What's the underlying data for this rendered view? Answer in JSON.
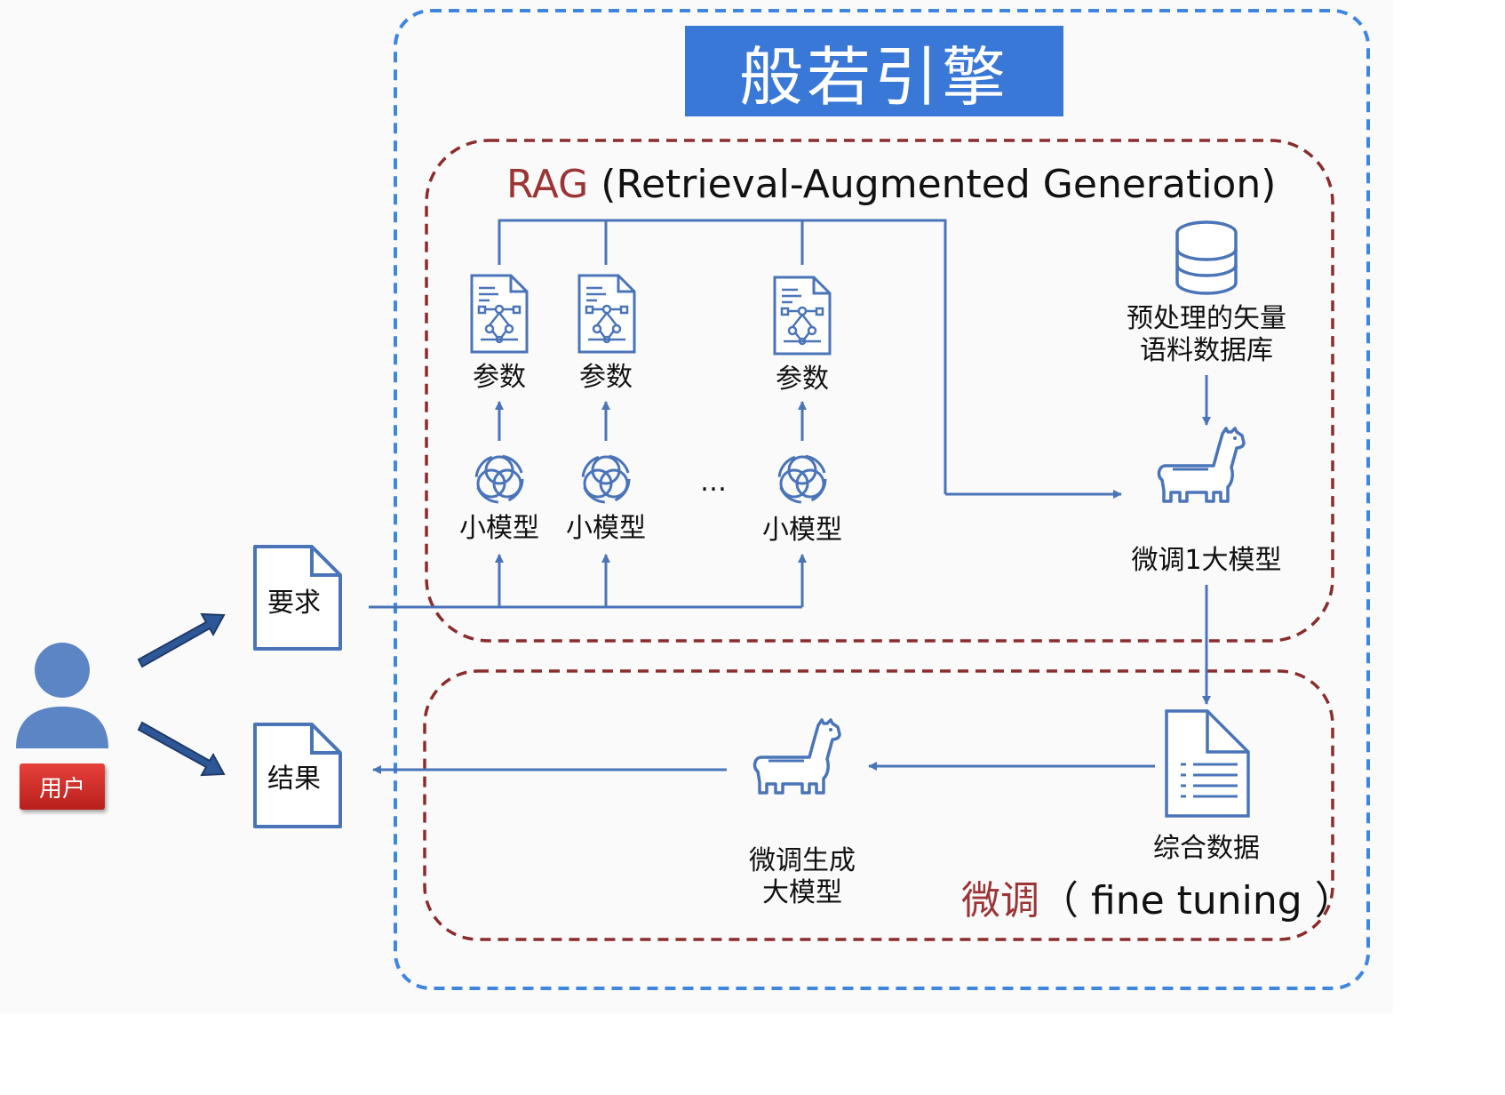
{
  "title": "般若引擎",
  "rag": {
    "prefix": "RAG",
    "rest": " (Retrieval-Augmented Generation)"
  },
  "finetune": {
    "prefix": "微调",
    "rest": "（ fine tuning ）"
  },
  "param_label": "参数",
  "small_model_label": "小模型",
  "ellipsis": "…",
  "vector_db": {
    "line1": "预处理的矢量",
    "line2": "语料数据库"
  },
  "finetuned_1": "微调1大模型",
  "synthetic_data": "综合数据",
  "finetuned_gen": {
    "line1": "微调生成",
    "line2": "大模型"
  },
  "request": "要求",
  "result": "结果",
  "user": "用户",
  "colors": {
    "blue_dash": "#3f86e0",
    "red_dash": "#8b2c2c",
    "line": "#4a74b8",
    "banner": "#3a78d8",
    "user_badge": "#d0302a"
  }
}
